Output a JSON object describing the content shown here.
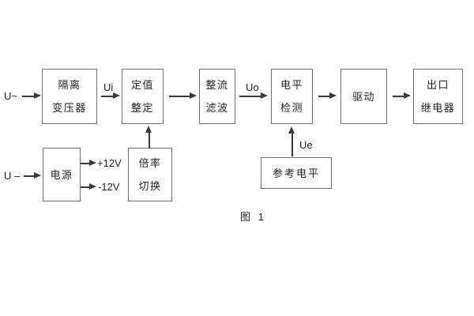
{
  "diagram": {
    "caption": "图 1",
    "inputs": {
      "ac_label": "U~",
      "dc_label": "U –"
    },
    "signals": {
      "ui": "Ui",
      "uo": "Uo",
      "ue": "Ue"
    },
    "power_rails": {
      "plus": "+12V",
      "minus": "-12V"
    },
    "blocks": {
      "isolation_transformer": {
        "line1": "隔离",
        "line2": "变压器"
      },
      "setting_adjust": {
        "line1": "定值",
        "line2": "整定"
      },
      "rectifier_filter": {
        "line1": "整流",
        "line2": "滤波"
      },
      "level_detect": {
        "line1": "电平",
        "line2": "检测"
      },
      "driver": {
        "line1": "驱动"
      },
      "output_relay": {
        "line1": "出口",
        "line2": "继电器"
      },
      "power_supply": {
        "line1": "电源"
      },
      "ratio_switch": {
        "line1": "倍率",
        "line2": "切换"
      },
      "reference_level": {
        "line1": "参考电平"
      }
    },
    "colors": {
      "background": "#ffffff",
      "box_border": "#6f6f6f",
      "line": "#3a3a3a",
      "text": "#1e1e1e"
    }
  }
}
